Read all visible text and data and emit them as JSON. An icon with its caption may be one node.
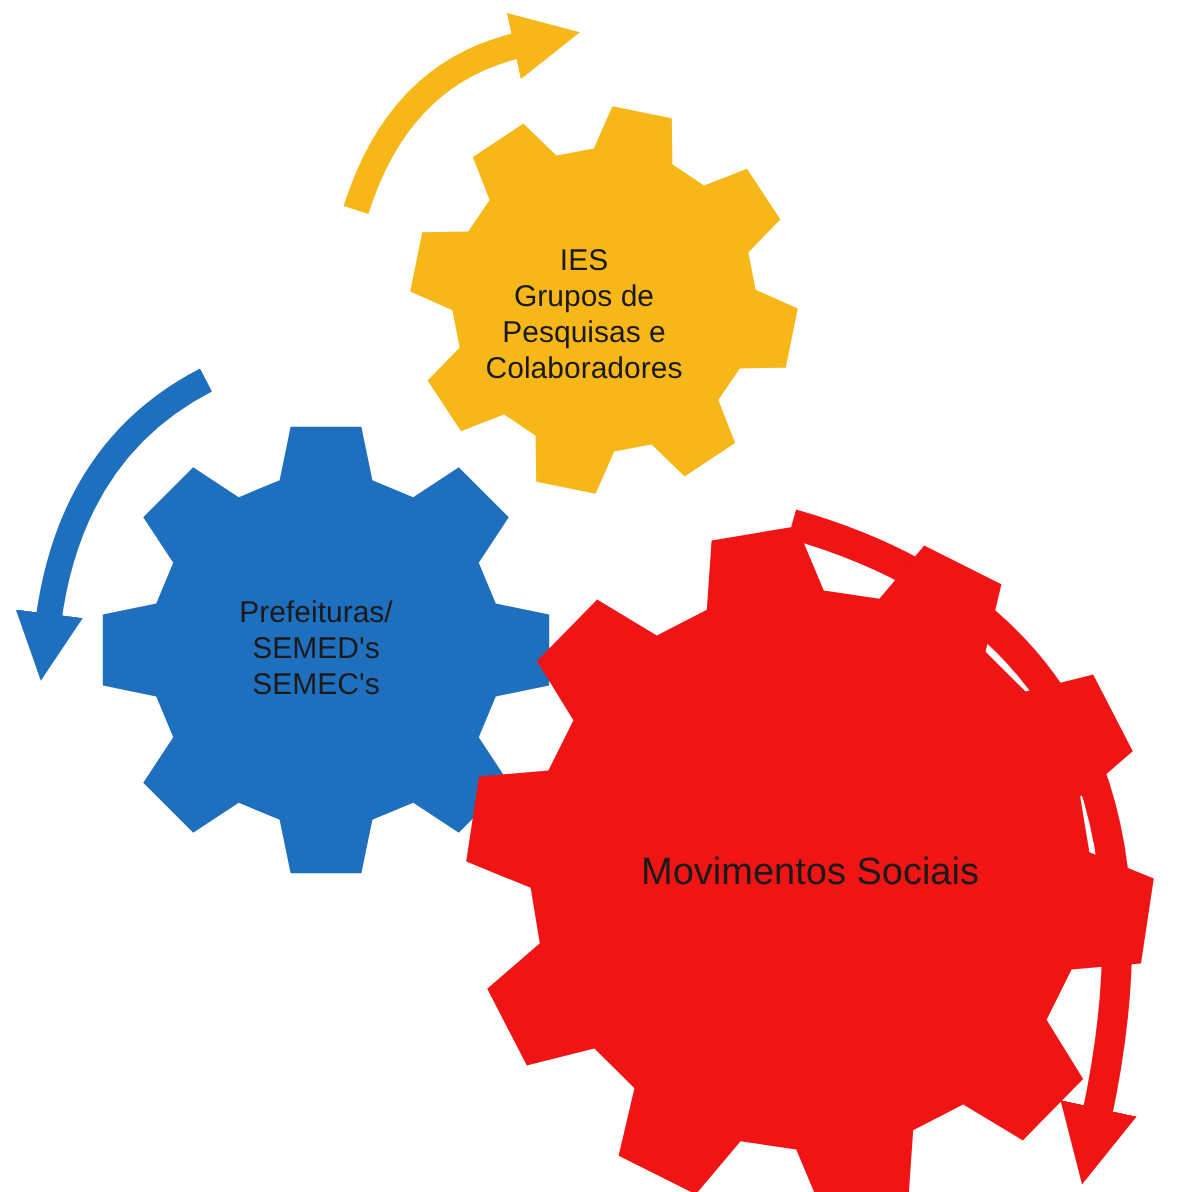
{
  "diagram": {
    "nodes": [
      {
        "text": [
          "IES",
          "Grupos de Pesquisas e Colaboradores"
        ]
      },
      {
        "text": [
          "Prefeituras/ SEMED's SEMEC's"
        ]
      },
      {
        "text": [
          "Movimentos Sociais"
        ]
      }
    ]
  }
}
